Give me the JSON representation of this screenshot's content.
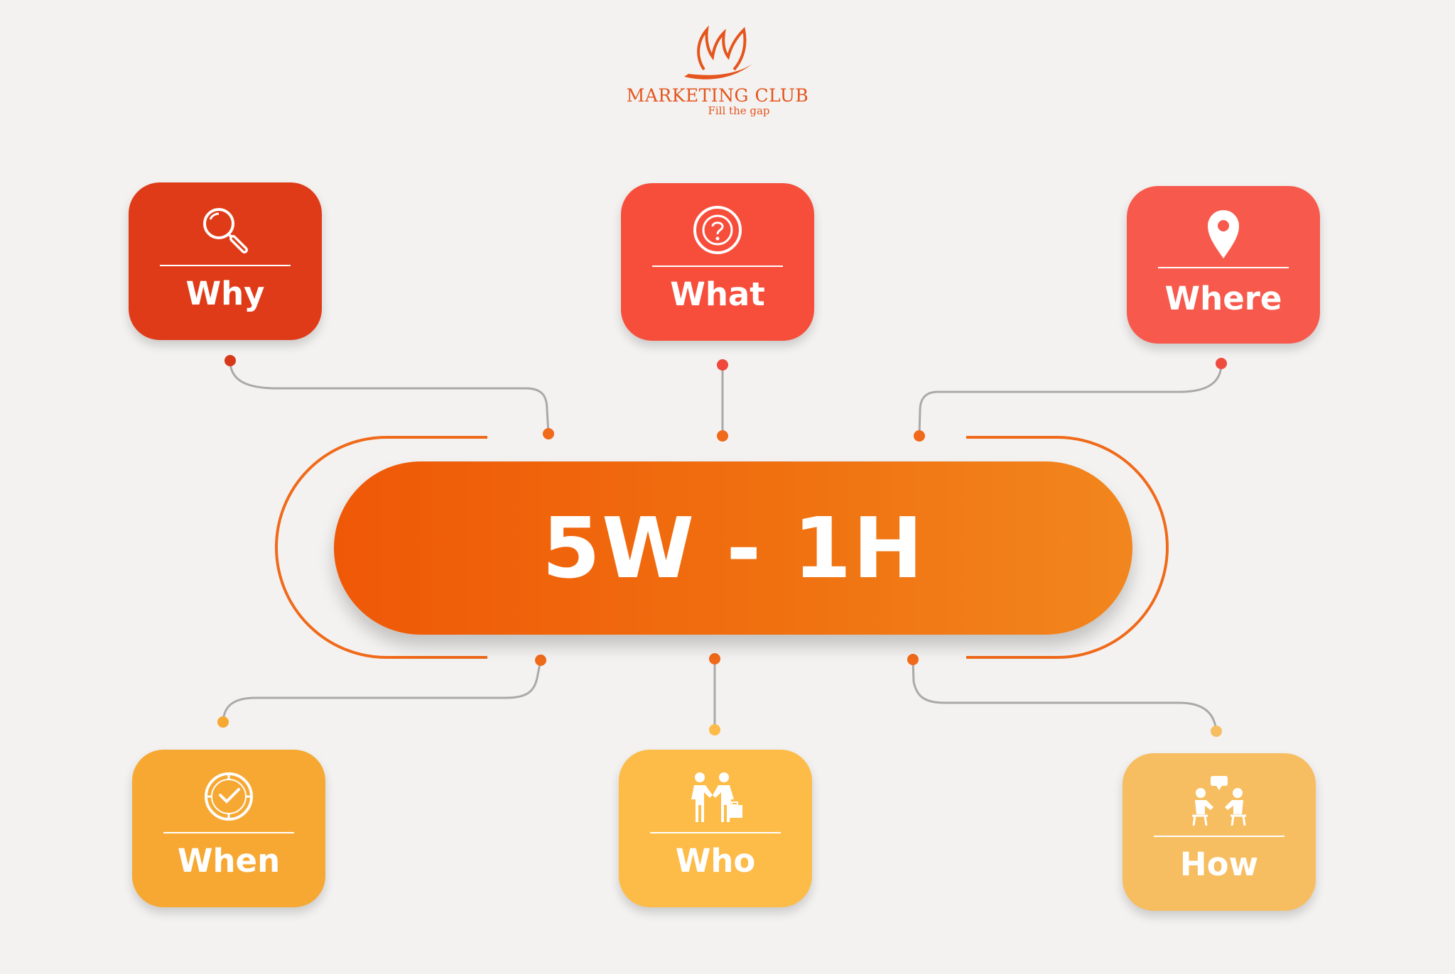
{
  "logo": {
    "name": "MARKETING CLUB",
    "tagline": "Fill the gap"
  },
  "center": {
    "title": "5W - 1H"
  },
  "nodes": [
    {
      "label": "Why",
      "icon": "magnifier-icon",
      "color": "#e03b18"
    },
    {
      "label": "What",
      "icon": "question-icon",
      "color": "#f74e3c"
    },
    {
      "label": "Where",
      "icon": "location-pin-icon",
      "color": "#f75a4c"
    },
    {
      "label": "When",
      "icon": "clock-icon",
      "color": "#f6a833"
    },
    {
      "label": "Who",
      "icon": "handshake-icon",
      "color": "#fdbb47"
    },
    {
      "label": "How",
      "icon": "meeting-icon",
      "color": "#f6be60"
    }
  ],
  "colors": {
    "connector": "#a9a9a9",
    "accent": "#f06a1a",
    "background": "#f3f2f1"
  }
}
